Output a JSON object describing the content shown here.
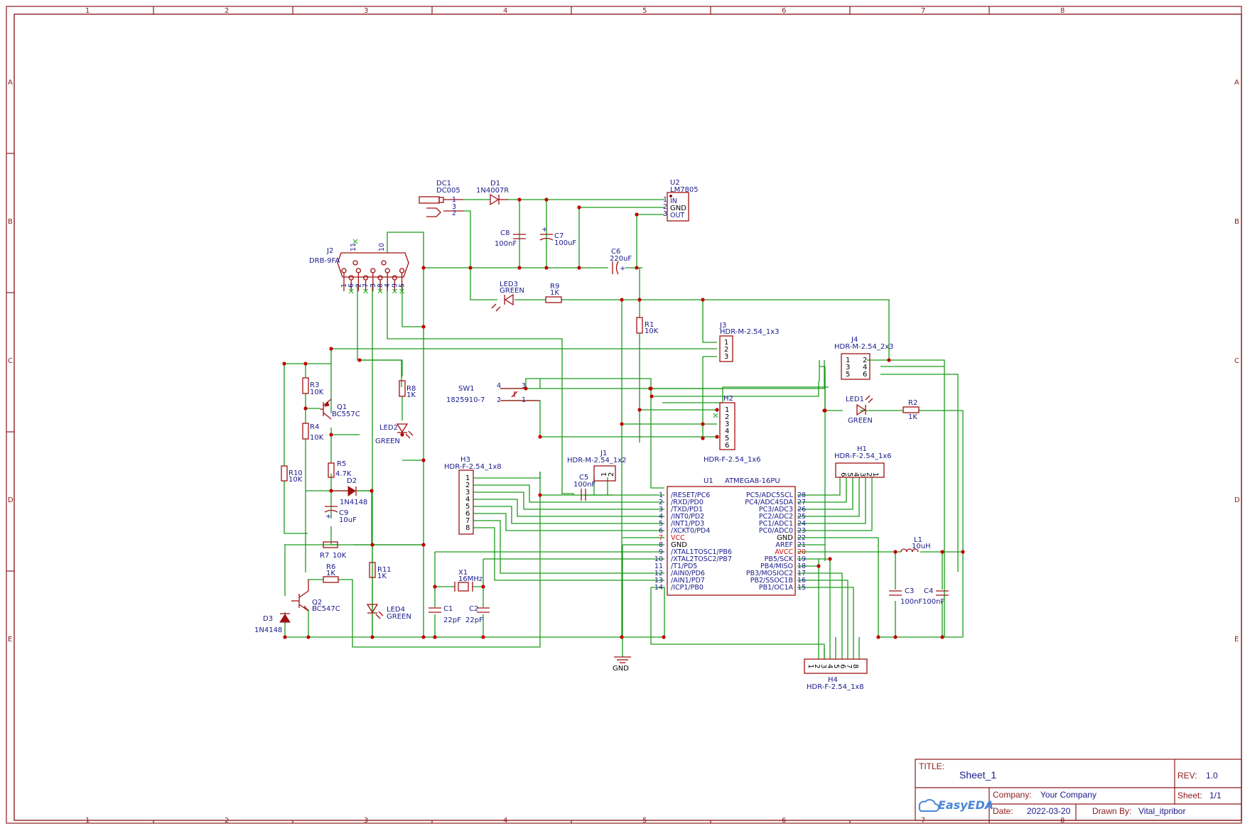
{
  "sheet": {
    "zone_columns": [
      "1",
      "2",
      "3",
      "4",
      "5",
      "6",
      "7",
      "8"
    ],
    "zone_rows": [
      "A",
      "B",
      "C",
      "D",
      "E"
    ]
  },
  "title_block": {
    "title_label": "TITLE:",
    "title_value": "Sheet_1",
    "rev_label": "REV:",
    "rev_value": "1.0",
    "company_label": "Company:",
    "company_value": "Your Company",
    "sheet_label": "Sheet:",
    "sheet_value": "1/1",
    "date_label": "Date:",
    "date_value": "2022-03-20",
    "drawn_label": "Drawn By:",
    "drawn_value": "Vital_itpribor",
    "logo_text": "EasyEDA"
  },
  "components": {
    "dc1": {
      "ref": "DC1",
      "value": "DC005",
      "pins": [
        "1",
        "3",
        "2"
      ]
    },
    "d1": {
      "ref": "D1",
      "value": "1N4007R"
    },
    "u2": {
      "ref": "U2",
      "value": "LM7805",
      "pins": [
        "1",
        "2",
        "3"
      ],
      "pin_names": [
        "IN",
        "GND",
        "OUT"
      ]
    },
    "c8": {
      "ref": "C8",
      "value": "100nF"
    },
    "c7": {
      "ref": "C7",
      "value": "100uF"
    },
    "c6": {
      "ref": "C6",
      "value": "220uF"
    },
    "j2": {
      "ref": "J2",
      "value": "DRB-9FA",
      "pins": [
        "1",
        "6",
        "2",
        "7",
        "3",
        "8",
        "4",
        "9",
        "5"
      ],
      "top_pins": [
        "11",
        "10"
      ]
    },
    "led3": {
      "ref": "LED3",
      "value": "GREEN"
    },
    "r9": {
      "ref": "R9",
      "value": "1K"
    },
    "r1": {
      "ref": "R1",
      "value": "10K"
    },
    "j3": {
      "ref": "J3",
      "value": "HDR-M-2.54_1x3",
      "pins": [
        "1",
        "2",
        "3"
      ]
    },
    "j4": {
      "ref": "J4",
      "value": "HDR-M-2.54_2x3",
      "pins": [
        "1",
        "2",
        "3",
        "4",
        "5",
        "6"
      ]
    },
    "r3": {
      "ref": "R3",
      "value": "10K"
    },
    "q1": {
      "ref": "Q1",
      "value": "BC557C"
    },
    "r8": {
      "ref": "R8",
      "value": "1K"
    },
    "sw1": {
      "ref": "SW1",
      "value": "1825910-7",
      "pins": [
        "4",
        "3",
        "2",
        "1"
      ]
    },
    "h2": {
      "ref": "H2",
      "value": "HDR-F-2.54_1x6",
      "pins": [
        "1",
        "2",
        "3",
        "4",
        "5",
        "6"
      ]
    },
    "led1": {
      "ref": "LED1",
      "value": "GREEN"
    },
    "r2": {
      "ref": "R2",
      "value": "1K"
    },
    "r4": {
      "ref": "R4",
      "value": "10K"
    },
    "led2": {
      "ref": "LED2",
      "value": "GREEN"
    },
    "r5": {
      "ref": "R5",
      "value": "4.7K"
    },
    "d2": {
      "ref": "D2",
      "value": "1N4148"
    },
    "r10": {
      "ref": "R10",
      "value": "10K"
    },
    "c9": {
      "ref": "C9",
      "value": "10uF"
    },
    "h3": {
      "ref": "H3",
      "value": "HDR-F-2.54_1x8",
      "pins": [
        "1",
        "2",
        "3",
        "4",
        "5",
        "6",
        "7",
        "8"
      ]
    },
    "j1": {
      "ref": "J1",
      "value": "HDR-M-2.54_1x2",
      "pins": [
        "1",
        "2"
      ]
    },
    "c5": {
      "ref": "C5",
      "value": "100nF"
    },
    "h1": {
      "ref": "H1",
      "value": "HDR-F-2.54_1x6",
      "pins": [
        "6",
        "5",
        "4",
        "3",
        "2",
        "1"
      ]
    },
    "r7": {
      "ref": "R7",
      "value": "10K"
    },
    "r6": {
      "ref": "R6",
      "value": "1K"
    },
    "r11": {
      "ref": "R11",
      "value": "1K"
    },
    "q2": {
      "ref": "Q2",
      "value": "BC547C"
    },
    "d3": {
      "ref": "D3",
      "value": "1N4148"
    },
    "led4": {
      "ref": "LED4",
      "value": "GREEN"
    },
    "x1": {
      "ref": "X1",
      "value": "16MHz"
    },
    "c1": {
      "ref": "C1",
      "value": "22pF"
    },
    "c2": {
      "ref": "C2",
      "value": "22pF"
    },
    "l1": {
      "ref": "L1",
      "value": "10uH"
    },
    "c3": {
      "ref": "C3",
      "value": "100nF"
    },
    "c4": {
      "ref": "C4",
      "value": "100nF"
    },
    "h4": {
      "ref": "H4",
      "value": "HDR-F-2.54_1x8",
      "pins": [
        "1",
        "2",
        "3",
        "4",
        "5",
        "6",
        "7",
        "8"
      ]
    },
    "gnd": {
      "label": "GND"
    },
    "u1": {
      "ref": "U1",
      "value": "ATMEGA8-16PU",
      "left_pins": [
        {
          "num": "1",
          "name": "/RESET/PC6"
        },
        {
          "num": "2",
          "name": "/RXD/PD0"
        },
        {
          "num": "3",
          "name": "/TXD/PD1"
        },
        {
          "num": "4",
          "name": "/INT0/PD2"
        },
        {
          "num": "5",
          "name": "/INT1/PD3"
        },
        {
          "num": "6",
          "name": "/XCKT0/PD4"
        },
        {
          "num": "7",
          "name": "VCC"
        },
        {
          "num": "8",
          "name": "GND"
        },
        {
          "num": "9",
          "name": "/XTAL1TOSC1/PB6"
        },
        {
          "num": "10",
          "name": "/XTAL2TOSC2/PB7"
        },
        {
          "num": "11",
          "name": "/T1/PD5"
        },
        {
          "num": "12",
          "name": "/AIN0/PD6"
        },
        {
          "num": "13",
          "name": "/AIN1/PD7"
        },
        {
          "num": "14",
          "name": "/ICP1/PB0"
        }
      ],
      "right_pins": [
        {
          "num": "28",
          "name": "PC5/ADC5SCL"
        },
        {
          "num": "27",
          "name": "PC4/ADC4SDA"
        },
        {
          "num": "26",
          "name": "PC3/ADC3"
        },
        {
          "num": "25",
          "name": "PC2/ADC2"
        },
        {
          "num": "24",
          "name": "PC1/ADC1"
        },
        {
          "num": "23",
          "name": "PC0/ADC0"
        },
        {
          "num": "22",
          "name": "GND"
        },
        {
          "num": "21",
          "name": "AREF"
        },
        {
          "num": "20",
          "name": "AVCC"
        },
        {
          "num": "19",
          "name": "PB5/SCK"
        },
        {
          "num": "18",
          "name": "PB4/MISO"
        },
        {
          "num": "17",
          "name": "PB3/MOSIOC2"
        },
        {
          "num": "16",
          "name": "PB2/SSOC1B"
        },
        {
          "num": "15",
          "name": "PB1/OC1A"
        }
      ]
    }
  },
  "colors": {
    "frame": "#8b1a1a",
    "wire": "#1a9a1a",
    "part": "#a01010",
    "label": "#1a1a8c",
    "power_pin": "#d01010"
  }
}
